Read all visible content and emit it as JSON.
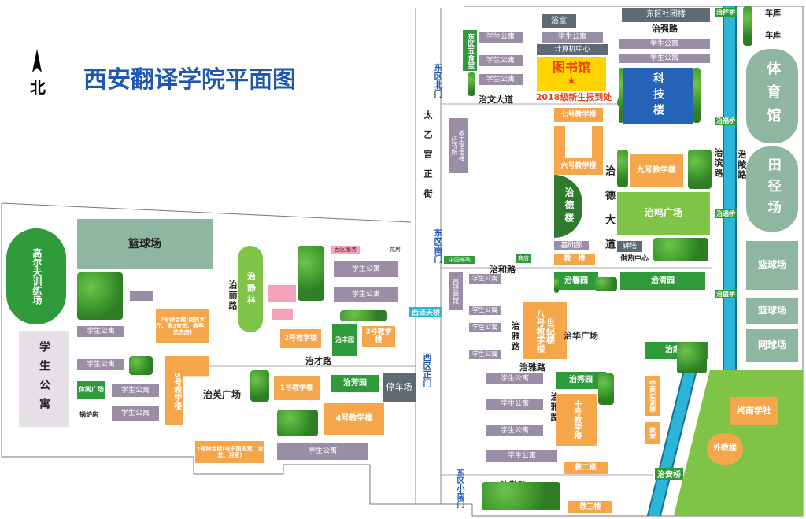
{
  "title": "西安翻译学院平面图",
  "compass": "北",
  "gates": {
    "north": "东区北门",
    "south": "东区南门",
    "west_main": "西区正门",
    "small_south": "东区小南门"
  },
  "roads": {
    "yiwen": "治文大道",
    "yide": "治德大道",
    "taiyi": "太乙宫正街",
    "yiqiang": "治强路",
    "yibin": "治滨路",
    "yihe": "治和路",
    "yicai": "治才路",
    "yili": "治丽路",
    "yiya1": "治雅路",
    "yiya2": "治雅路",
    "yiya3": "治雅路",
    "yiqin": "治勤路",
    "yian": "治安桥",
    "xiyitianqiao": "西译天桥",
    "yixiang": "治祥桥",
    "yifu": "治福桥",
    "yiyu": "治盛桥",
    "yitong": "治通桥",
    "yiling": "治陵路"
  },
  "buildings": {
    "library": "图书馆",
    "registration": "2018级新生报到处",
    "computer_center": "计算机中心",
    "bath": "浴室",
    "canteen5": "东区五食堂",
    "club_building": "东区社团楼",
    "garage1": "车库",
    "garage2": "车库",
    "science": "科技楼",
    "gym": "体育馆",
    "track": "田径场",
    "basketball_e1": "篮球场",
    "basketball_e2": "篮球场",
    "tennis": "网球场",
    "building7": "七号教学楼",
    "building6": "六号教学楼",
    "building9": "九号教学楼",
    "building8": "八号教学楼",
    "building10": "十号教学楼",
    "shiji": "世纪楼",
    "yide_bldg": "治德楼",
    "staff_dorm": "教工宿舍楼",
    "guesthouse": "招待所",
    "xiyi_hotel": "西译宾馆",
    "yiming_square": "治鸣广场",
    "yihua_square": "治华广场",
    "yiying_square": "治英广场",
    "bell_tower": "钟塔",
    "heating_center": "供热中心",
    "jiaoyi": "教一楼",
    "jiaoer": "教二楼",
    "jiaosan": "教三楼",
    "jichubu": "基础部",
    "yixin_garden": "治馨园",
    "yiqing_garden": "治清园",
    "yixiu_garden": "治秀园",
    "yiqu_garden": "治趣园",
    "yifang_garden": "治芳园",
    "yifeng_garden": "治丰园",
    "yijing_forest": "治静林",
    "kongcheng": "空乘实训楼",
    "classroom": "教室",
    "zhongnan": "终南学社",
    "waijiao": "外教楼",
    "basketball_w": "篮球场",
    "gaoer": "高尔夫训练场",
    "student_apartments_w": "学生公寓",
    "building1": "1号教学楼",
    "building2": "2号教学楼",
    "building3": "3号教学楼",
    "building4": "4号教学楼",
    "building5": "5号教学楼",
    "complex1": "1号综合楼(电子阅览室、食堂、浴室)",
    "complex2": "2号综合楼(阅览大厅、第3食堂、商亭、洗衣房)",
    "parking": "停车场",
    "leisure_square": "休闲广场",
    "boiler": "锅炉房",
    "apartment": "学生公寓",
    "china_post": "中国邮政",
    "shop": "商店",
    "west_service": "西区服务",
    "flower_room": "花房"
  },
  "colors": {
    "title": "#1d56b3",
    "gate": "#1d56b3",
    "river": "#2bb6d8",
    "registration": "#e8401c",
    "library_bg": "#ffd400"
  }
}
